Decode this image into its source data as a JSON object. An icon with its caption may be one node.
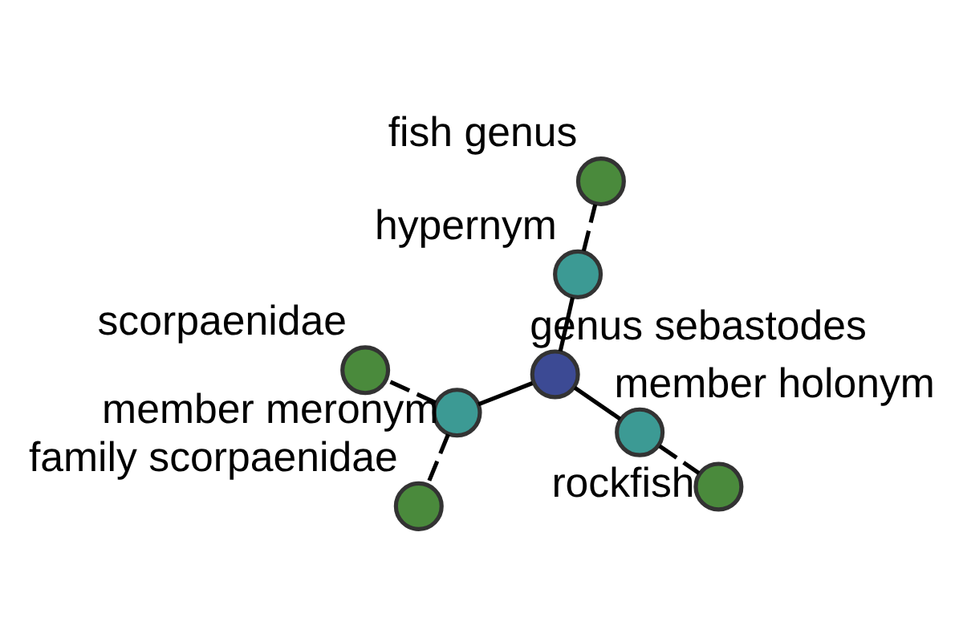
{
  "diagram": {
    "nodes": [
      {
        "text": [],
        "shape": "circle",
        "beside": [
          "scorpaenidae"
        ]
      },
      {
        "text": [],
        "shape": "circle",
        "beside": [
          "family scorpaenidae"
        ]
      },
      {
        "text": [],
        "shape": "circle",
        "beside": [
          "member meronym"
        ]
      },
      {
        "text": [],
        "shape": "circle",
        "beside": [
          "fish genus"
        ]
      },
      {
        "text": [],
        "shape": "circle",
        "beside": [
          "hypernym"
        ]
      },
      {
        "text": [],
        "shape": "circle",
        "beside": [
          "genus sebastodes"
        ]
      },
      {
        "text": [],
        "shape": "circle",
        "beside": [
          "rockfish"
        ]
      },
      {
        "text": [],
        "shape": "circle",
        "beside": [
          "member holonym"
        ]
      }
    ],
    "edges": [
      {
        "from": 5,
        "to": 4,
        "arrow": "none"
      },
      {
        "from": 5,
        "to": 2,
        "arrow": "none"
      },
      {
        "from": 5,
        "to": 7,
        "arrow": "none"
      },
      {
        "from": 4,
        "to": 3,
        "arrow": "none",
        "style": "dashed"
      },
      {
        "from": 2,
        "to": 0,
        "arrow": "none",
        "style": "dashed"
      },
      {
        "from": 2,
        "to": 1,
        "arrow": "none",
        "style": "dashed"
      },
      {
        "from": 7,
        "to": 6,
        "arrow": "none",
        "style": "dashed"
      }
    ]
  }
}
